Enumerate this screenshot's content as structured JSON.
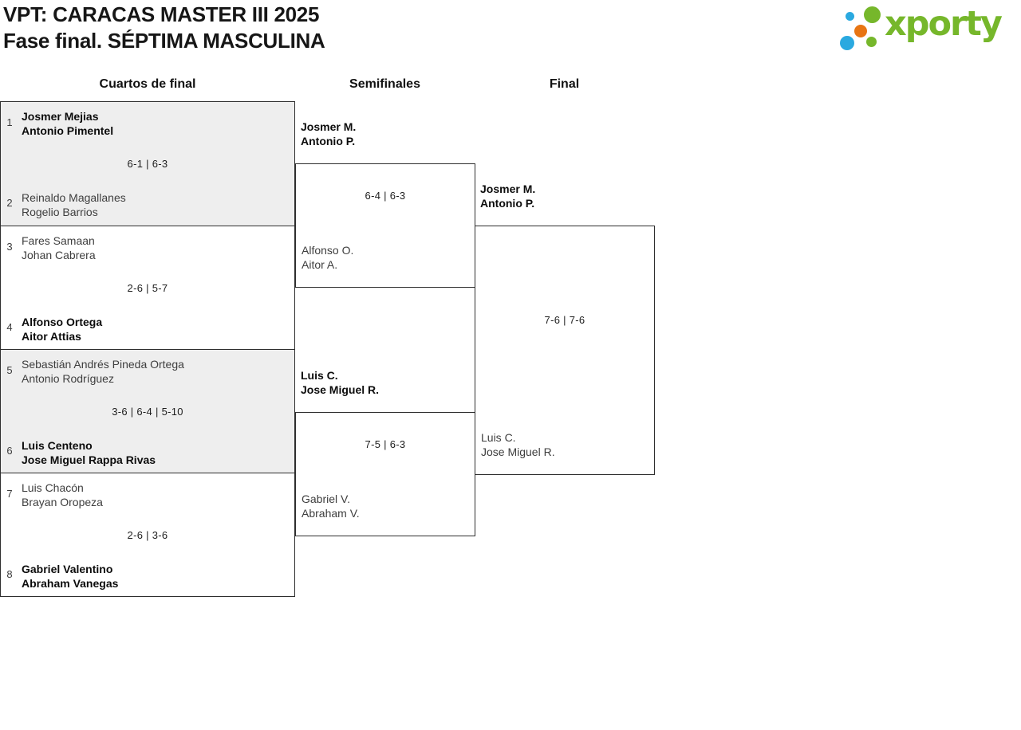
{
  "page": {
    "title_line1": "VPT: CARACAS MASTER III 2025",
    "title_line2": "Fase final. SÉPTIMA MASCULINA"
  },
  "logo": {
    "wordmark": "xporty",
    "colors": {
      "green": "#76b72b",
      "blue": "#2aa9e0",
      "orange": "#e87513"
    }
  },
  "round_headers": {
    "quarterfinals": "Cuartos de final",
    "semifinals": "Semifinales",
    "final": "Final"
  },
  "style": {
    "shaded_row": "#eeeeee",
    "border": "#2e2e2e"
  },
  "bracket": {
    "quarterfinals": [
      {
        "seed_top": "1",
        "team_top": [
          "Josmer Mejias",
          "Antonio Pimentel"
        ],
        "top_winner": true,
        "score": "6-1 | 6-3",
        "seed_bottom": "2",
        "team_bottom": [
          "Reinaldo Magallanes",
          "Rogelio Barrios"
        ],
        "bottom_winner": false
      },
      {
        "seed_top": "3",
        "team_top": [
          "Fares Samaan",
          "Johan Cabrera"
        ],
        "top_winner": false,
        "score": "2-6 | 5-7",
        "seed_bottom": "4",
        "team_bottom": [
          "Alfonso Ortega",
          "Aitor Attias"
        ],
        "bottom_winner": true
      },
      {
        "seed_top": "5",
        "team_top": [
          "Sebastián Andrés Pineda Ortega",
          "Antonio Rodríguez"
        ],
        "top_winner": false,
        "score": "3-6 | 6-4 | 5-10",
        "seed_bottom": "6",
        "team_bottom": [
          "Luis Centeno",
          "Jose Miguel Rappa Rivas"
        ],
        "bottom_winner": true
      },
      {
        "seed_top": "7",
        "team_top": [
          "Luis Chacón",
          "Brayan Oropeza"
        ],
        "top_winner": false,
        "score": "2-6 | 3-6",
        "seed_bottom": "8",
        "team_bottom": [
          "Gabriel Valentino",
          "Abraham Vanegas"
        ],
        "bottom_winner": true
      }
    ],
    "semifinals": [
      {
        "team_top": [
          "Josmer M.",
          "Antonio P."
        ],
        "top_winner": true,
        "score": "6-4 | 6-3",
        "team_bottom": [
          "Alfonso O.",
          "Aitor A."
        ],
        "bottom_winner": false
      },
      {
        "team_top": [
          "Luis C.",
          "Jose Miguel R."
        ],
        "top_winner": true,
        "score": "7-5 | 6-3",
        "team_bottom": [
          "Gabriel V.",
          "Abraham V."
        ],
        "bottom_winner": false
      }
    ],
    "final": {
      "team_top": [
        "Josmer M.",
        "Antonio P."
      ],
      "top_winner": true,
      "score": "7-6 | 7-6",
      "team_bottom": [
        "Luis C.",
        "Jose Miguel R."
      ],
      "bottom_winner": false
    }
  }
}
